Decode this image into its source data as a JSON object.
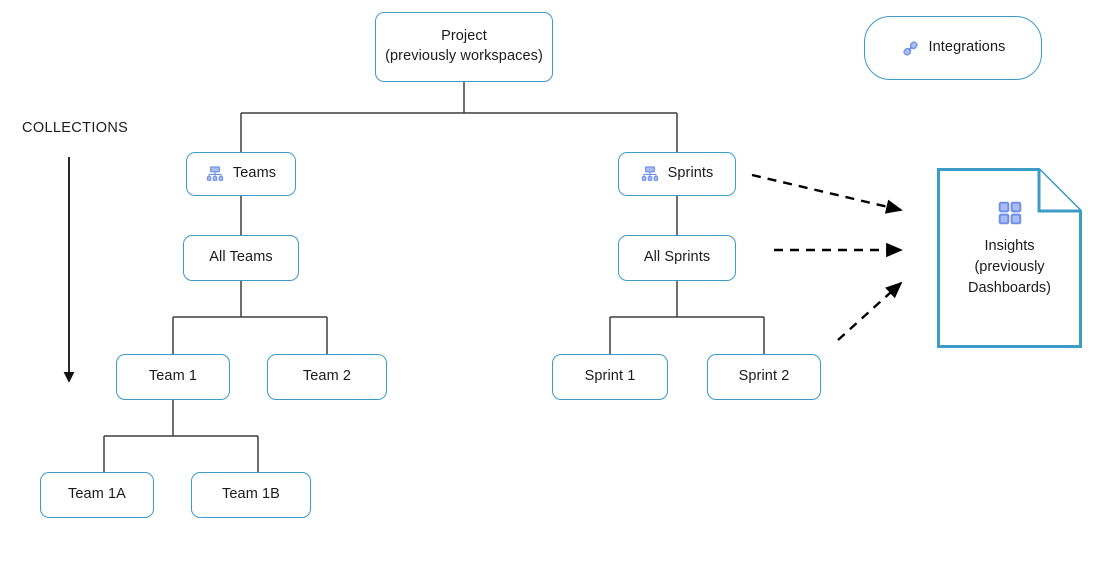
{
  "diagram": {
    "title_hidden": "",
    "colors": {
      "node_border": "#3d9bc7",
      "node_fill": "#ffffff",
      "connector": "#3f3f3f",
      "arrow_dashed": "#000000",
      "icon_blue": "#6f8fe8",
      "text": "#1b1b1b"
    },
    "axis": {
      "label": "COLLECTIONS",
      "direction": "down"
    },
    "nodes": {
      "project": {
        "label": "Project\n(previously workspaces)"
      },
      "integrations": {
        "label": "Integrations",
        "icon": "link-chain-icon"
      },
      "teams": {
        "label": "Teams",
        "icon": "org-chart-icon"
      },
      "sprints": {
        "label": "Sprints",
        "icon": "org-chart-icon"
      },
      "all_teams": {
        "label": "All Teams"
      },
      "all_sprints": {
        "label": "All Sprints"
      },
      "team_1": {
        "label": "Team 1"
      },
      "team_2": {
        "label": "Team 2"
      },
      "sprint_1": {
        "label": "Sprint 1"
      },
      "sprint_2": {
        "label": "Sprint 2"
      },
      "team_1a": {
        "label": "Team 1A"
      },
      "team_1b": {
        "label": "Team 1B"
      },
      "insights": {
        "label": "Insights\n(previously\nDashboards)",
        "icon": "dashboard-grid-icon"
      }
    },
    "edges": [
      {
        "from": "project",
        "to": "teams",
        "style": "solid"
      },
      {
        "from": "project",
        "to": "sprints",
        "style": "solid"
      },
      {
        "from": "teams",
        "to": "all_teams",
        "style": "solid"
      },
      {
        "from": "all_teams",
        "to": "team_1",
        "style": "solid"
      },
      {
        "from": "all_teams",
        "to": "team_2",
        "style": "solid"
      },
      {
        "from": "team_1",
        "to": "team_1a",
        "style": "solid"
      },
      {
        "from": "team_1",
        "to": "team_1b",
        "style": "solid"
      },
      {
        "from": "sprints",
        "to": "all_sprints",
        "style": "solid"
      },
      {
        "from": "all_sprints",
        "to": "sprint_1",
        "style": "solid"
      },
      {
        "from": "all_sprints",
        "to": "sprint_2",
        "style": "solid"
      },
      {
        "from": "sprints",
        "to": "insights",
        "style": "dashed-arrow"
      },
      {
        "from": "all_sprints",
        "to": "insights",
        "style": "dashed-arrow"
      },
      {
        "from": "sprint_2",
        "to": "insights",
        "style": "dashed-arrow"
      }
    ]
  }
}
